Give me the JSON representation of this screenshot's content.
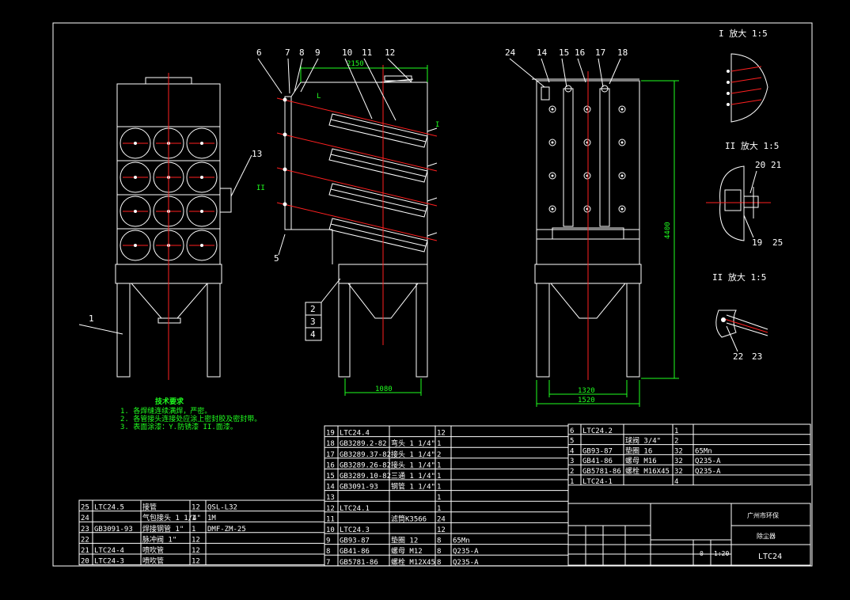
{
  "colors": {
    "background": "#000000",
    "line": "#ffffff",
    "centerline": "#ff2020",
    "dimension": "#20ff20"
  },
  "front_view": {
    "label_1": "1",
    "label_13": "13"
  },
  "side_view": {
    "top_labels": [
      "6",
      "7",
      "8",
      "9",
      "10",
      "11",
      "12"
    ],
    "dim_top": "2150",
    "label_5": "5",
    "label_I": "I",
    "label_L": "L",
    "label_II": "II",
    "stack_labels": [
      "2",
      "3",
      "4"
    ],
    "dim_bottom": "1080"
  },
  "rear_view": {
    "top_labels": [
      "24",
      "14",
      "15",
      "16",
      "17",
      "18"
    ],
    "dim_height": "4400",
    "dim_1320": "1320",
    "dim_1520": "1520"
  },
  "details": {
    "detail1_title": "I 放大 1:5",
    "detail2_title": "II 放大 1:5",
    "detail2_labels": [
      "20",
      "21",
      "19",
      "25"
    ],
    "detail3_title": "II 放大 1:5",
    "detail3_labels": [
      "22",
      "23"
    ]
  },
  "notes": {
    "title": "技术要求",
    "lines": [
      "1. 各焊缝连续满焊，严密。",
      "2. 各管接头连接处应涂上密封胶及密封带。",
      "3. 表面涂漆：Y.防锈漆 II.面漆。"
    ]
  },
  "bom_left": [
    {
      "no": "25",
      "code": "LTC24.5",
      "name": "接管",
      "qty": "12",
      "mat": "QSL-L32"
    },
    {
      "no": "24",
      "code": "",
      "name": "气包接头 1 1/4\"",
      "qty": "1",
      "mat": "1M"
    },
    {
      "no": "23",
      "code": "GB3091-93",
      "name": "焊接钢管 1\"",
      "qty": "1",
      "mat": "DMF-ZM-25"
    },
    {
      "no": "22",
      "code": "",
      "name": "脉冲阀 1\"",
      "qty": "12",
      "mat": ""
    },
    {
      "no": "21",
      "code": "LTC24-4",
      "name": "喷吹管",
      "qty": "12",
      "mat": ""
    },
    {
      "no": "20",
      "code": "LTC24-3",
      "name": "喷吹管",
      "qty": "12",
      "mat": ""
    }
  ],
  "bom_mid": [
    {
      "no": "19",
      "code": "LTC24.4",
      "name": "",
      "qty": "12",
      "mat": ""
    },
    {
      "no": "18",
      "code": "GB3289.2-82",
      "name": "弯头 1 1/4\"",
      "qty": "1",
      "mat": ""
    },
    {
      "no": "17",
      "code": "GB3289.37-82",
      "name": "接头 1 1/4\"",
      "qty": "2",
      "mat": ""
    },
    {
      "no": "16",
      "code": "GB3289.26-82",
      "name": "接头 1 1/4\"",
      "qty": "1",
      "mat": ""
    },
    {
      "no": "15",
      "code": "GB3289.10-82",
      "name": "三通 1 1/4\"",
      "qty": "1",
      "mat": ""
    },
    {
      "no": "14",
      "code": "GB3091-93",
      "name": "钢管 1 1/4\"",
      "qty": "1",
      "mat": ""
    },
    {
      "no": "13",
      "code": "",
      "name": "",
      "qty": "1",
      "mat": ""
    },
    {
      "no": "12",
      "code": "LTC24.1",
      "name": "",
      "qty": "1",
      "mat": ""
    },
    {
      "no": "11",
      "code": "",
      "name": "滤筒K3566",
      "qty": "24",
      "mat": ""
    },
    {
      "no": "10",
      "code": "LTC24.3",
      "name": "",
      "qty": "12",
      "mat": ""
    },
    {
      "no": "9",
      "code": "GB93-87",
      "name": "垫圈 12",
      "qty": "8",
      "mat": "65Mn"
    },
    {
      "no": "8",
      "code": "GB41-86",
      "name": "螺母 M12",
      "qty": "8",
      "mat": "Q235-A"
    },
    {
      "no": "7",
      "code": "GB5781-86",
      "name": "螺栓 M12X45",
      "qty": "8",
      "mat": "Q235-A"
    }
  ],
  "bom_right": [
    {
      "no": "6",
      "code": "LTC24.2",
      "name": "",
      "qty": "1",
      "mat": ""
    },
    {
      "no": "5",
      "code": "",
      "name": "球阀 3/4\"",
      "qty": "2",
      "mat": ""
    },
    {
      "no": "4",
      "code": "GB93-87",
      "name": "垫圈 16",
      "qty": "32",
      "mat": "65Mn"
    },
    {
      "no": "3",
      "code": "GB41-86",
      "name": "螺母 M16",
      "qty": "32",
      "mat": "Q235-A"
    },
    {
      "no": "2",
      "code": "GB5781-86",
      "name": "螺栓 M16X45",
      "qty": "32",
      "mat": "Q235-A"
    },
    {
      "no": "1",
      "code": "LTC24-1",
      "name": "",
      "qty": "4",
      "mat": ""
    }
  ],
  "title_block": {
    "company": "广州市环保",
    "drawing_name": "除尘器",
    "scale": "1:20",
    "sheet": "0",
    "code": "LTC24"
  }
}
